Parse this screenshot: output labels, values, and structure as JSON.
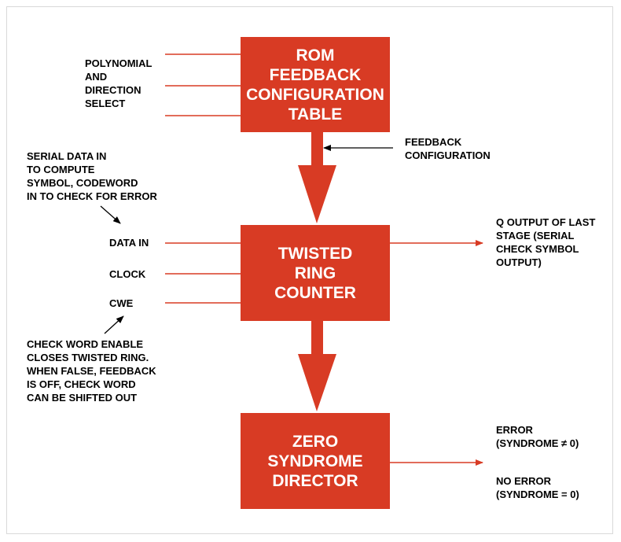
{
  "colors": {
    "block": "#d83b24",
    "line": "#d83b24",
    "text": "#000000",
    "arrow": "#000000"
  },
  "blocks": {
    "rom": [
      "ROM",
      "FEEDBACK",
      "CONFIGURATION",
      "TABLE"
    ],
    "counter": [
      "TWISTED",
      "RING",
      "COUNTER"
    ],
    "director": [
      "ZERO",
      "SYNDROME",
      "DIRECTOR"
    ]
  },
  "labels": {
    "poly_select": [
      "POLYNOMIAL",
      "AND",
      "DIRECTION",
      "SELECT"
    ],
    "feedback_config": [
      "FEEDBACK",
      "CONFIGURATION"
    ],
    "serial_data": [
      "SERIAL DATA IN",
      "TO COMPUTE",
      "SYMBOL, CODEWORD",
      "IN TO CHECK FOR ERROR"
    ],
    "data_in": "DATA IN",
    "clock": "CLOCK",
    "cwe": "CWE",
    "cwe_note": [
      "CHECK WORD ENABLE",
      "CLOSES TWISTED RING.",
      "WHEN FALSE, FEEDBACK",
      "IS OFF, CHECK WORD",
      "CAN BE SHIFTED OUT"
    ],
    "q_output": [
      "Q OUTPUT OF LAST",
      "STAGE (SERIAL",
      "CHECK SYMBOL",
      "OUTPUT)"
    ],
    "error": [
      "ERROR",
      "(SYNDROME ≠ 0)"
    ],
    "no_error": [
      "NO ERROR",
      "(SYNDROME = 0)"
    ]
  }
}
